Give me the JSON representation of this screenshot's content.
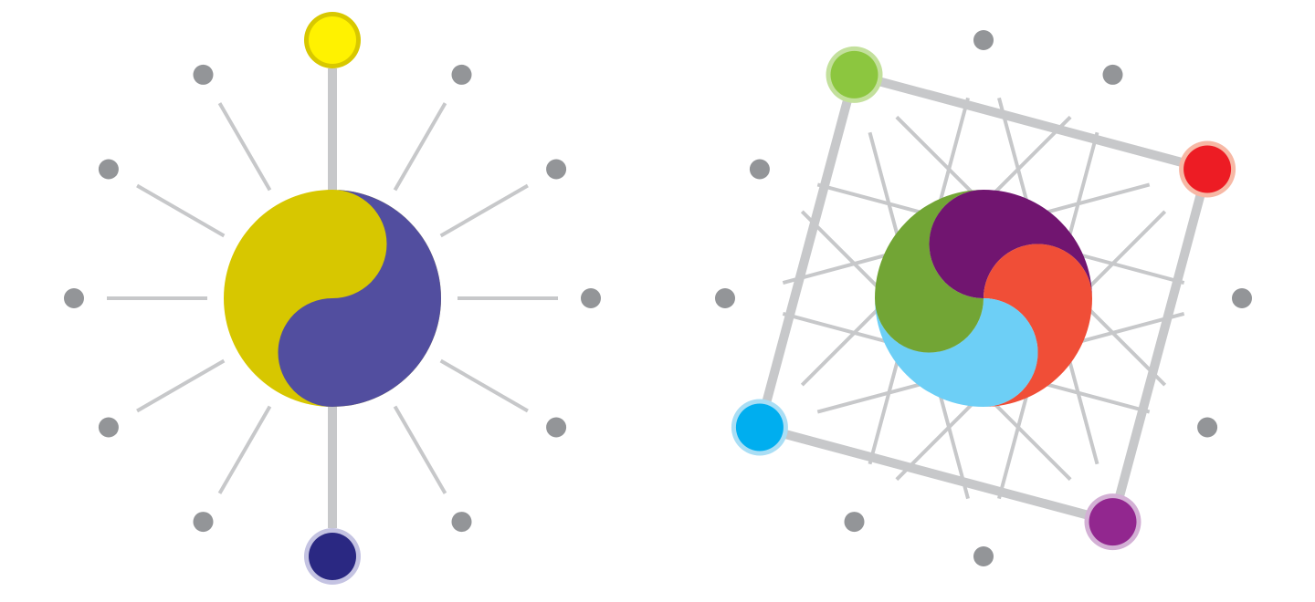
{
  "diagrams": [
    {
      "name": "two-color-diagram",
      "outer_node_count": 12,
      "highlight_nodes": [
        {
          "index": 0,
          "fill": "#fff200",
          "ring": "#d8c800"
        },
        {
          "index": 6,
          "fill": "#2a2882",
          "ring": "#c4c3e2"
        }
      ],
      "highlight_edges": [
        [
          0,
          0
        ],
        [
          6,
          6
        ]
      ],
      "wedges": [
        {
          "label": "yellow",
          "color": "#d7c700"
        },
        {
          "label": "indigo",
          "color": "#524e9f"
        }
      ]
    },
    {
      "name": "four-color-diagram",
      "outer_node_count": 12,
      "highlight_nodes": [
        {
          "index": 11,
          "fill": "#8cc63f",
          "ring": "#c3e09c"
        },
        {
          "index": 2,
          "fill": "#ed1c24",
          "ring": "#f7b8a5"
        },
        {
          "index": 5,
          "fill": "#92278f",
          "ring": "#d3b0d5"
        },
        {
          "index": 8,
          "fill": "#00aeef",
          "ring": "#a9def5"
        }
      ],
      "highlight_edges": [
        [
          11,
          2
        ],
        [
          2,
          5
        ],
        [
          5,
          8
        ],
        [
          8,
          11
        ]
      ],
      "wedges": [
        {
          "label": "purple",
          "color": "#711570"
        },
        {
          "label": "red",
          "color": "#f04e37"
        },
        {
          "label": "sky",
          "color": "#6dcff6"
        },
        {
          "label": "green",
          "color": "#72a535"
        }
      ]
    }
  ],
  "colors": {
    "node": "#939598",
    "edge": "#c7c8ca"
  }
}
